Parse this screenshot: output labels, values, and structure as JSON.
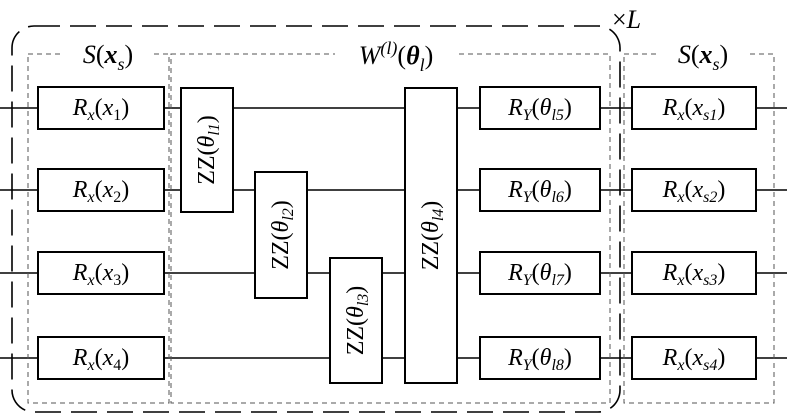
{
  "repeat_label": "×L",
  "left_block_label": "S(x_s)",
  "middle_block_label": "W^(l)(θ_l)",
  "right_block_label": "S(x_s)",
  "left_gates": [
    "R_x(x_1)",
    "R_x(x_2)",
    "R_x(x_3)",
    "R_x(x_4)"
  ],
  "zz_gates": [
    "ZZ(θ_l1)",
    "ZZ(θ_l2)",
    "ZZ(θ_l3)",
    "ZZ(θ_l4)"
  ],
  "ry_gates": [
    "R_Y(θ_l5)",
    "R_Y(θ_l6)",
    "R_Y(θ_l7)",
    "R_Y(θ_l8)"
  ],
  "right_gates": [
    "R_x(x_s1)",
    "R_x(x_s2)",
    "R_x(x_s3)",
    "R_x(x_s4)"
  ]
}
